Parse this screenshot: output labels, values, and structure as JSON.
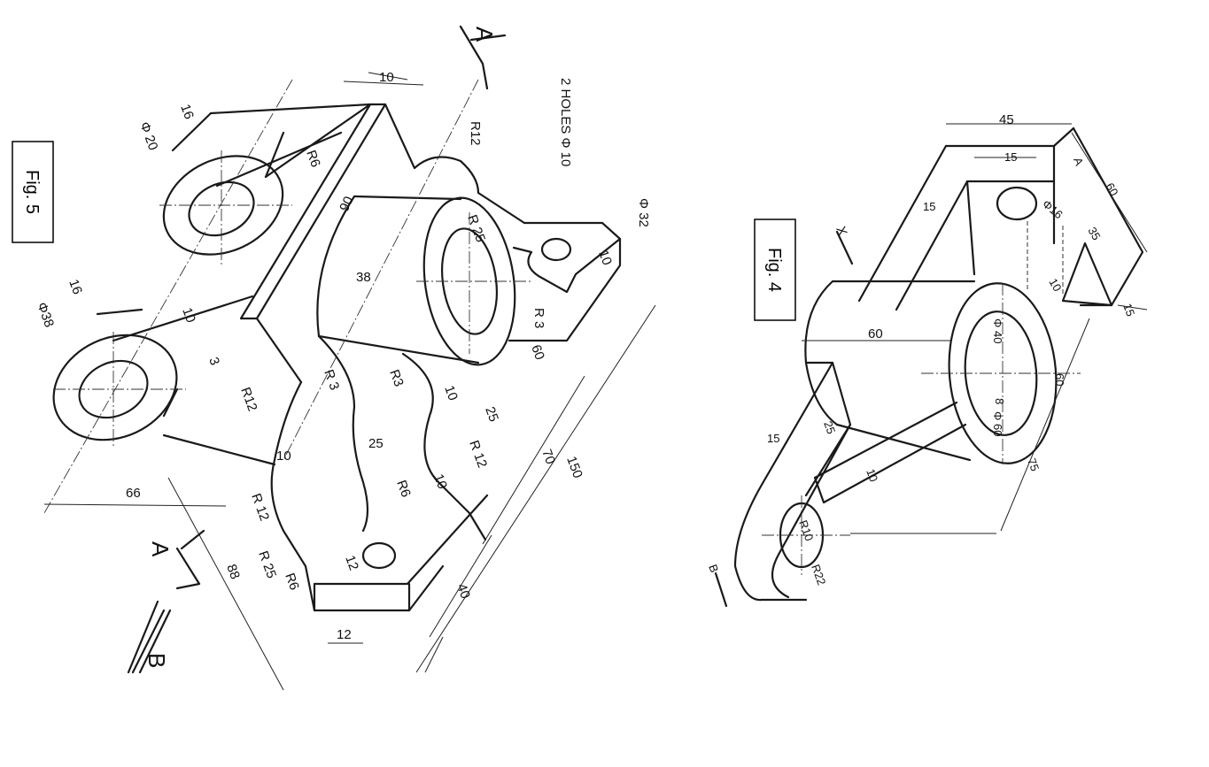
{
  "fig5": {
    "label": "Fig. 5",
    "section_mark": "A",
    "view_mark": "B",
    "note": "2 HOLES Φ 10",
    "dims": {
      "d10_top": "10",
      "d16_a": "16",
      "d20": "Φ 20",
      "r6_a": "R6",
      "d90": "90",
      "d16_b": "16",
      "d38": "Φ38",
      "d10_b": "10",
      "d3": "3",
      "r12_a": "R12",
      "r12_top": "R12",
      "r25": "R 25",
      "d38_len": "38",
      "phi32": "Φ 32",
      "d10_c": "10",
      "r3_a": "R 3",
      "d60": "60",
      "r3_b": "R 3",
      "r3_c": "R3",
      "d10_d": "10",
      "d25_a": "25",
      "d25_b": "25",
      "r12_b": "R 12",
      "d10_e": "10",
      "d70": "70",
      "d150": "150",
      "d10_f": "10",
      "r6_b": "R6",
      "d66": "66",
      "r12_c": "R 12",
      "r25_b": "R 25",
      "r6_c": "R6",
      "d12_a": "12",
      "d12_b": "12",
      "d40": "40",
      "d88": "88"
    }
  },
  "fig4": {
    "label": "Fig. 4",
    "view_mark": "X",
    "section_mark_a": "A",
    "section_mark_b": "B",
    "dims": {
      "d45": "45",
      "d15_a": "15",
      "d15_b": "15",
      "phi16": "Φ16",
      "d60_a": "60",
      "d35": "35",
      "d10_a": "10",
      "d15_c": "15",
      "d60_b": "60",
      "phi40": "Φ 40",
      "d8": "8",
      "phi60": "Φ 60",
      "d60_c": "60",
      "d15_d": "15",
      "d25": "25",
      "d10_b": "10",
      "d75": "75",
      "r10": "R10",
      "r22": "R22"
    }
  }
}
